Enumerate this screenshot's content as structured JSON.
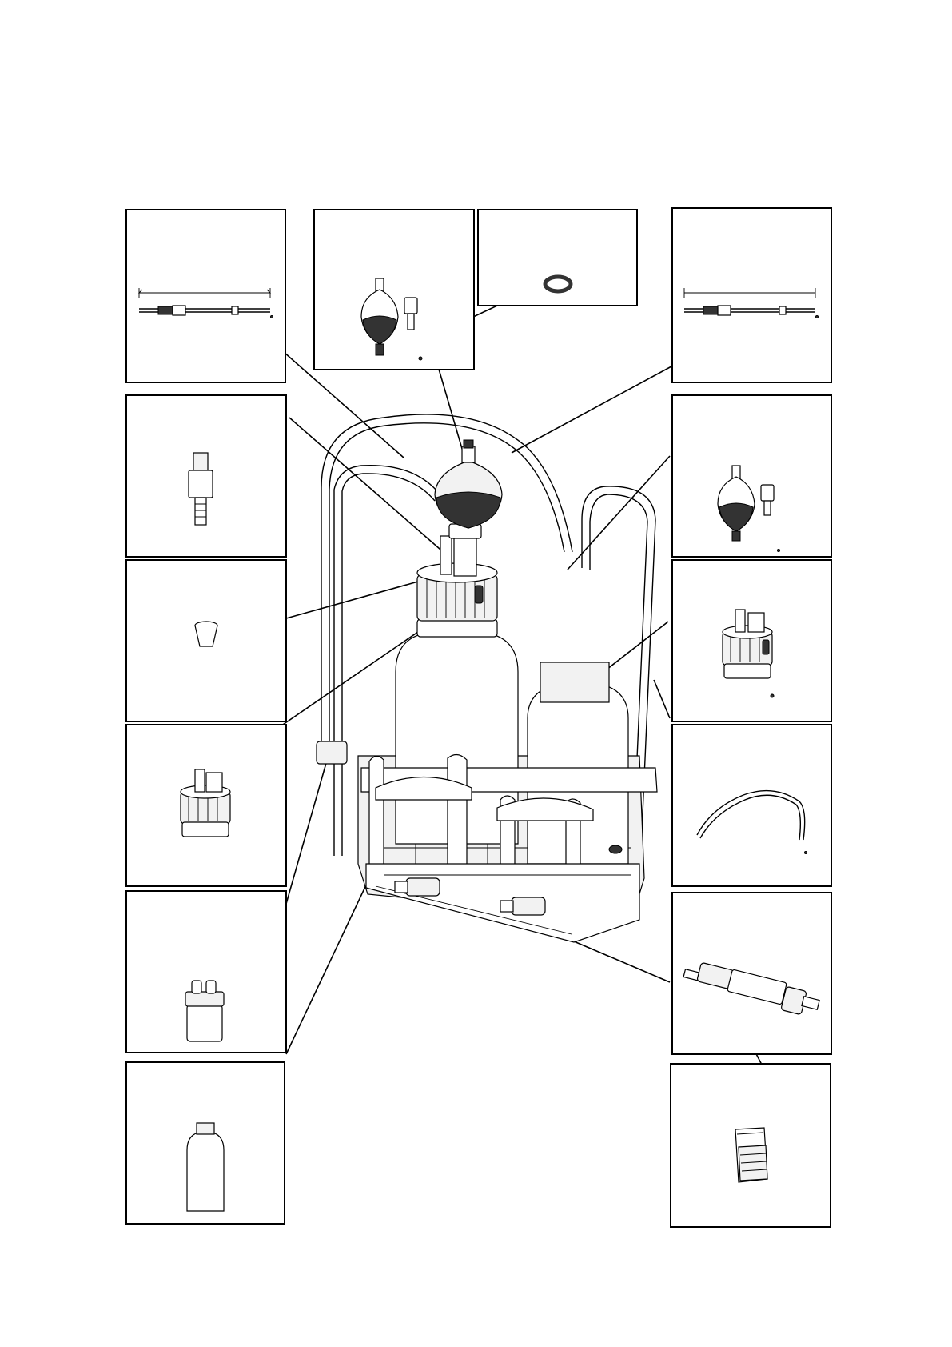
{
  "colors": {
    "line": "#000000",
    "paper": "#ffffff",
    "shade": "#f2f2f2"
  },
  "figure": {
    "kind": "parts-diagram",
    "callout_boxes": [
      {
        "name": "callout-box-tubing-set-left",
        "shows": "tube-set-with-dimension"
      },
      {
        "name": "callout-box-bulb-pump-top",
        "shows": "bulb-pump-and-adapter"
      },
      {
        "name": "callout-box-o-ring",
        "shows": "o-ring"
      },
      {
        "name": "callout-box-tubing-set-right",
        "shows": "tube-set-with-dimension"
      },
      {
        "name": "callout-box-connector",
        "shows": "hex-connector"
      },
      {
        "name": "callout-box-bulb-pump-right",
        "shows": "bulb-pump-and-adapter"
      },
      {
        "name": "callout-box-stopper",
        "shows": "conical-stopper"
      },
      {
        "name": "callout-box-cap-right",
        "shows": "bottle-cap-with-ports"
      },
      {
        "name": "callout-box-cap-left",
        "shows": "bottle-cap-with-ports"
      },
      {
        "name": "callout-box-tube",
        "shows": "flexible-tube"
      },
      {
        "name": "callout-box-filter-holder",
        "shows": "double-port-holder"
      },
      {
        "name": "callout-box-drying-tube",
        "shows": "drying-tube"
      },
      {
        "name": "callout-box-bottle",
        "shows": "bottle"
      },
      {
        "name": "callout-box-desiccant",
        "shows": "desiccant-pack"
      }
    ]
  }
}
